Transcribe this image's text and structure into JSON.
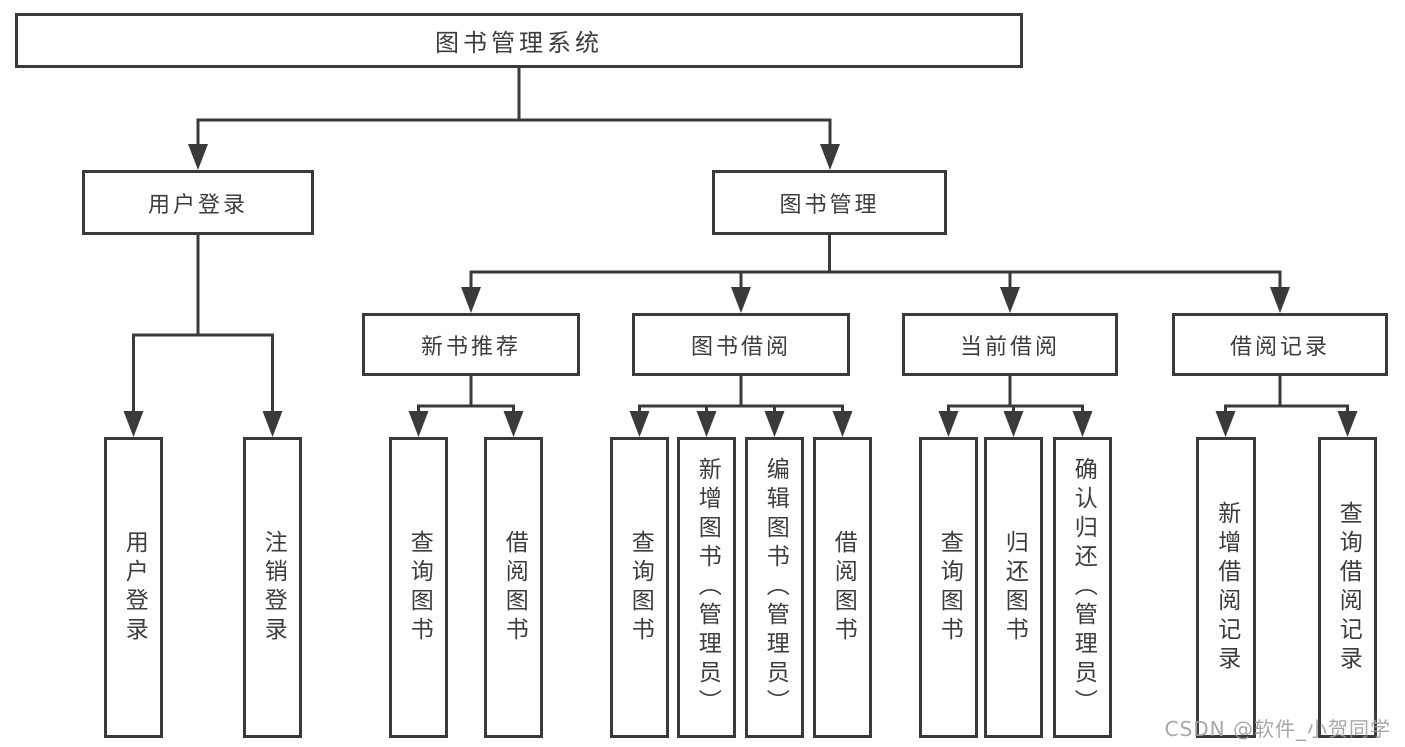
{
  "colors": {
    "background": "#ffffff",
    "line": "#3a3a3a",
    "box_border": "#3a3a3a",
    "text": "#3d3d3d",
    "watermark": "#9e9e9e"
  },
  "tree": {
    "root": {
      "label": "图书管理系统"
    },
    "user_login": {
      "label": "用户登录",
      "children": [
        {
          "label": "用户登录"
        },
        {
          "label": "注销登录"
        }
      ]
    },
    "book_management": {
      "label": "图书管理",
      "sections": [
        {
          "label": "新书推荐",
          "children": [
            {
              "label": "查询图书"
            },
            {
              "label": "借阅图书"
            }
          ]
        },
        {
          "label": "图书借阅",
          "children": [
            {
              "label": "查询图书"
            },
            {
              "label": "新增图书（管理员）"
            },
            {
              "label": "编辑图书（管理员）"
            },
            {
              "label": "借阅图书"
            }
          ]
        },
        {
          "label": "当前借阅",
          "children": [
            {
              "label": "查询图书"
            },
            {
              "label": "归还图书"
            },
            {
              "label": "确认归还（管理员）"
            }
          ]
        },
        {
          "label": "借阅记录",
          "children": [
            {
              "label": "新增借阅记录"
            },
            {
              "label": "查询借阅记录"
            }
          ]
        }
      ]
    }
  },
  "watermark": {
    "text": "CSDN @软件_小贺同学"
  }
}
